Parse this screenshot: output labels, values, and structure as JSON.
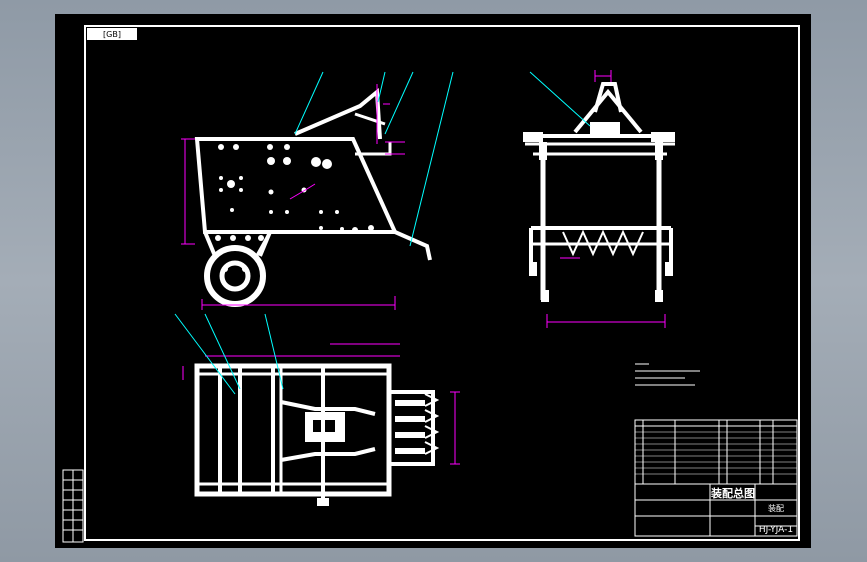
{
  "title_tag": "[GB]",
  "drawing_number": "HJ-YJA-1",
  "drawing_title": "装配总图",
  "material_cell": "装配",
  "colors": {
    "background": "#000000",
    "linework": "#ffffff",
    "dimensions": "#ff00ff",
    "leaders": "#00ffff",
    "workspace": "#9aa4ae"
  }
}
